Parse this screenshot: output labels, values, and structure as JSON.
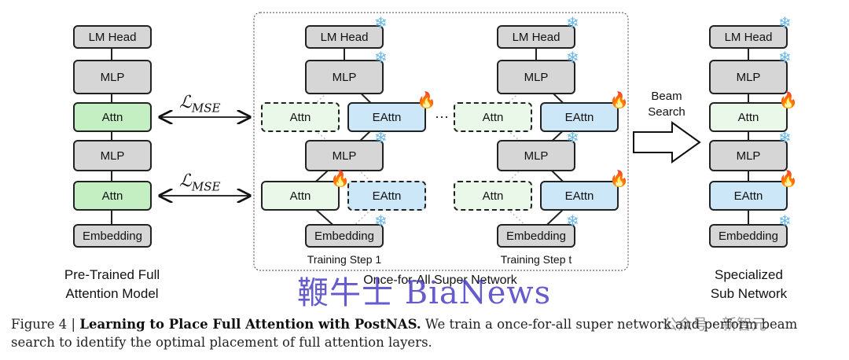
{
  "colors": {
    "frozen_gray": "#d6d6d6",
    "attn_green": "#c3efc3",
    "eattn_blue": "#cce7f7",
    "watermark": "#4b3fc4"
  },
  "icons": {
    "frozen": "snowflake-icon",
    "trainable": "fire-icon"
  },
  "pretrained": {
    "blocks": [
      "LM Head",
      "MLP",
      "Attn",
      "MLP",
      "Attn",
      "Embedding"
    ],
    "title_line1": "Pre-Trained Full",
    "title_line2": "Attention Model"
  },
  "loss": {
    "symbol": "ℒ",
    "subscript": "MSE"
  },
  "super_network": {
    "title": "Once-for-All Super Network",
    "step1": {
      "label": "Training Step 1",
      "lm_head": "LM Head",
      "mlp_top": "MLP",
      "attn_a": "Attn",
      "eattn_a": "EAttn",
      "mlp_mid": "MLP",
      "attn_b": "Attn",
      "eattn_b": "EAttn",
      "embedding": "Embedding"
    },
    "ellipsis": "···",
    "stept": {
      "label": "Training Step t",
      "lm_head": "LM Head",
      "mlp_top": "MLP",
      "attn_a": "Attn",
      "eattn_a": "EAttn",
      "mlp_mid": "MLP",
      "attn_b": "Attn",
      "eattn_b": "EAttn",
      "embedding": "Embedding"
    }
  },
  "beam": {
    "line1": "Beam",
    "line2": "Search"
  },
  "specialized": {
    "blocks": [
      "LM Head",
      "MLP",
      "Attn",
      "MLP",
      "EAttn",
      "Embedding"
    ],
    "title_line1": "Specialized",
    "title_line2": "Sub Network"
  },
  "caption": {
    "prefix": "Figure 4 | ",
    "bold": "Learning to Place Full Attention with PostNAS.",
    "rest": " We train a once-for-all super network and perform beam search to identify the optimal placement of full attention layers."
  },
  "watermark": "鞭牛士 BiaNews",
  "wechat_mark": "公众号 · 新智元"
}
